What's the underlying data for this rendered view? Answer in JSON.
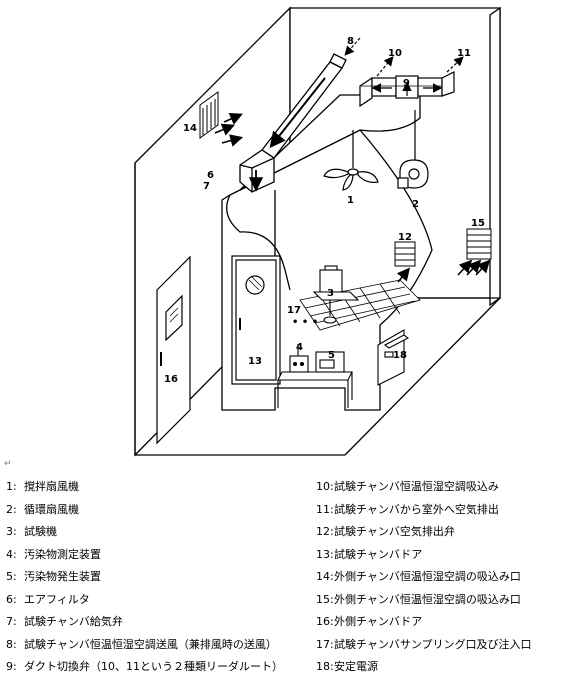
{
  "callouts": [
    "1",
    "2",
    "3",
    "4",
    "5",
    "6",
    "7",
    "8",
    "9",
    "10",
    "11",
    "12",
    "13",
    "14",
    "15",
    "16",
    "17",
    "18"
  ],
  "leader_dots": "• • •",
  "return_mark": "↵",
  "legend_left": [
    {
      "num": "1:",
      "text": "撹拌扇風機"
    },
    {
      "num": "2:",
      "text": "循環扇風機"
    },
    {
      "num": "3:",
      "text": "試験機"
    },
    {
      "num": "4:",
      "text": "汚染物測定装置"
    },
    {
      "num": "5:",
      "text": "汚染物発生装置"
    },
    {
      "num": "6:",
      "text": "エアフィルタ"
    },
    {
      "num": "7:",
      "text": "試験チャンバ給気弁"
    },
    {
      "num": "8:",
      "text": "試験チャンバ恒温恒湿空調送風（兼排風時の送風）"
    },
    {
      "num": "9:",
      "text": "ダクト切換弁（10、11という２種類リーダルート）"
    }
  ],
  "legend_right": [
    {
      "num": "10:",
      "text": "試験チャンバ恒温恒湿空調吸込み"
    },
    {
      "num": "11:",
      "text": "試験チャンバから室外へ空気排出"
    },
    {
      "num": "12:",
      "text": "試験チャンバ空気排出弁"
    },
    {
      "num": "13:",
      "text": "試験チャンバドア"
    },
    {
      "num": "14:",
      "text": "外側チャンバ恒温恒湿空調の吸込み口"
    },
    {
      "num": "15:",
      "text": "外側チャンバ恒温恒湿空調の吸込み口"
    },
    {
      "num": "16:",
      "text": "外側チャンバドア"
    },
    {
      "num": "17:",
      "text": "試験チャンバサンプリング口及び注入口"
    },
    {
      "num": "18:",
      "text": "安定電源"
    }
  ]
}
